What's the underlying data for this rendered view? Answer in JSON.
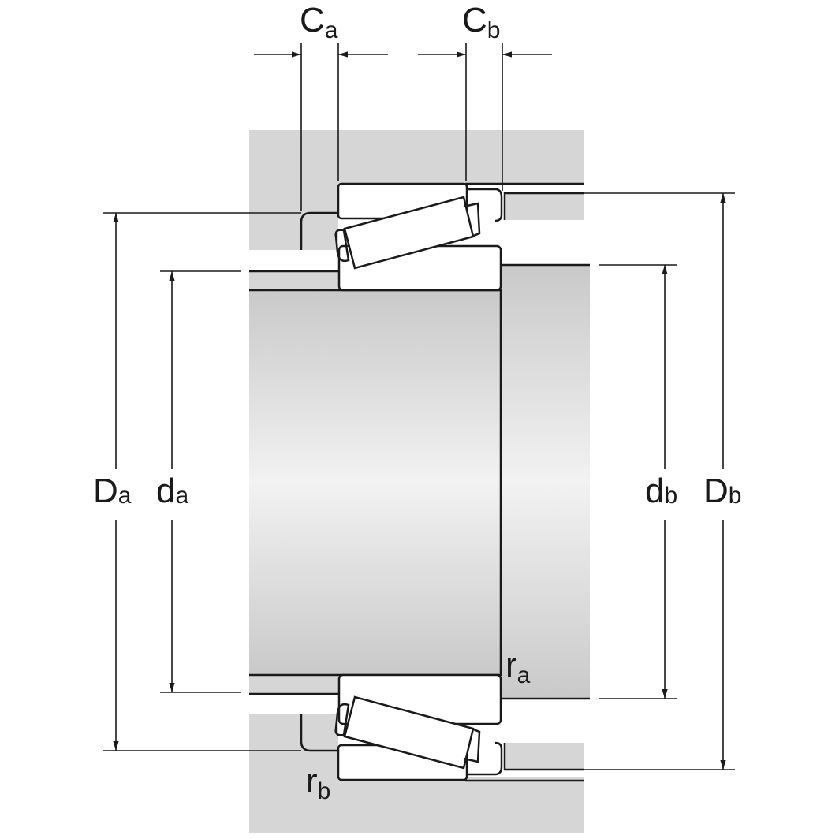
{
  "labels": {
    "Ca": {
      "main": "C",
      "sub": "a"
    },
    "Cb": {
      "main": "C",
      "sub": "b"
    },
    "Da": {
      "main": "D",
      "sub": "a"
    },
    "da": {
      "main": "d",
      "sub": "a"
    },
    "db": {
      "main": "d",
      "sub": "b"
    },
    "Db": {
      "main": "D",
      "sub": "b"
    },
    "ra": {
      "main": "r",
      "sub": "a"
    },
    "rb": {
      "main": "r",
      "sub": "b"
    }
  },
  "colors": {
    "line": "#1a1a1a",
    "housing_fill": "#d6d6d6",
    "shaft_light": "#f2f2f2",
    "shaft_dark": "#c9c9c9",
    "bearing_fill": "#ffffff"
  }
}
